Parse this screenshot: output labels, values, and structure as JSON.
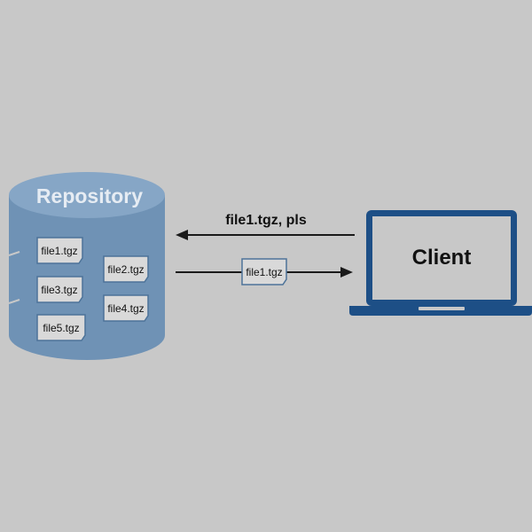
{
  "repository": {
    "title": "Repository",
    "files": [
      "file1.tgz",
      "file2.tgz",
      "file3.tgz",
      "file4.tgz",
      "file5.tgz"
    ]
  },
  "request": {
    "label": "file1.tgz, pls"
  },
  "response": {
    "file": "file1.tgz"
  },
  "client": {
    "label": "Client"
  },
  "colors": {
    "background": "#c8c8c8",
    "cylinder_body": "#6f92b5",
    "cylinder_top": "#86a6c6",
    "laptop_frame": "#1d4f86",
    "laptop_screen": "#c8c8c8",
    "file_fill": "#d9d9d9",
    "file_border": "#4d7399",
    "arrow": "#1a1a1a"
  }
}
